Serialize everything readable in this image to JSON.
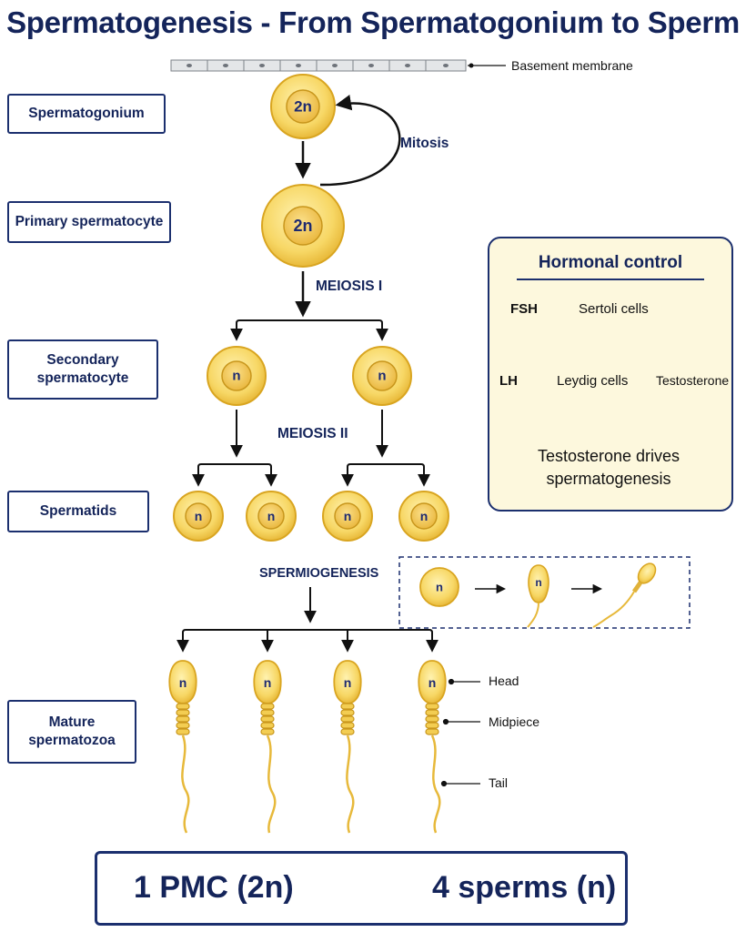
{
  "title": "Spermatogenesis - From Spermatogonium to Sperm",
  "labels": {
    "basement_membrane": "Basement membrane",
    "mitosis": "Mitosis",
    "meiosis_1": "MEIOSIS I",
    "meiosis_2": "MEIOSIS II",
    "spermiogenesis": "SPERMIOGENESIS",
    "head": "Head",
    "midpiece": "Midpiece",
    "tail": "Tail"
  },
  "stages": {
    "spermatogonium": "Spermatogonium",
    "primary_spermatocyte": "Primary spermatocyte",
    "secondary_spermatocyte_line1": "Secondary",
    "secondary_spermatocyte_line2": "spermatocyte",
    "spermatids": "Spermatids",
    "mature_line1": "Mature",
    "mature_line2": "spermatozoa"
  },
  "ploidy": {
    "diploid": "2n",
    "haploid": "n"
  },
  "hormonal_control": {
    "title": "Hormonal control",
    "fsh": "FSH",
    "sertoli": "Sertoli cells",
    "lh": "LH",
    "leydig": "Leydig cells",
    "testosterone": "Testosterone",
    "final_line1": "Testosterone drives",
    "final_line2": "spermatogenesis"
  },
  "summary": {
    "left": "1 PMC (2n)",
    "right": "4 sperms (n)"
  },
  "colors": {
    "navy": "#14245a",
    "cell_fill": "#f7d765",
    "cell_edge": "#d9a520",
    "nucleus_fill": "#f2c54a",
    "panel_bg": "#fdf8dd"
  }
}
